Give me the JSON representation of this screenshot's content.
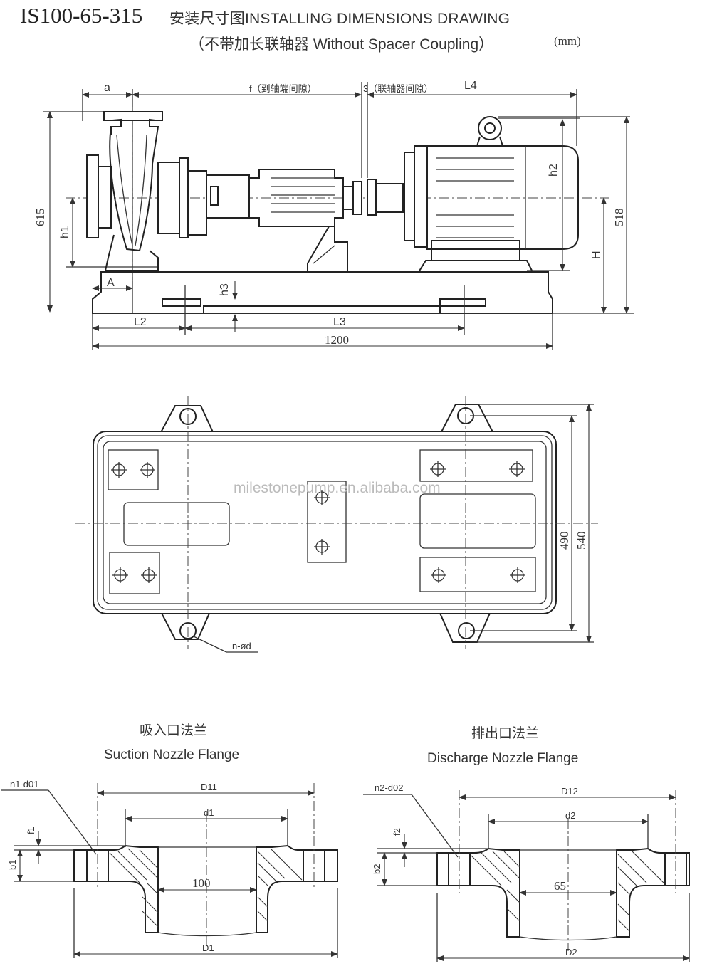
{
  "title": {
    "model": "IS100-65-315",
    "main": "安装尺寸图INSTALLING DIMENSIONS DRAWING",
    "sub": "（不带加长联轴器 Without Spacer Coupling）",
    "unit": "(mm)"
  },
  "side_view": {
    "dim_a": "a",
    "dim_f": "f（到轴端间隙）",
    "dim_gap": "3（联轴器间隙）",
    "dim_L4": "L4",
    "dim_615": "615",
    "dim_h1": "h1",
    "dim_h2": "h2",
    "dim_518": "518",
    "dim_H": "H",
    "dim_A": "A",
    "dim_h3": "h3",
    "dim_L2": "L2",
    "dim_L3": "L3",
    "dim_1200": "1200"
  },
  "plan_view": {
    "dim_490": "490",
    "dim_540": "540",
    "hole_label": "n-ød",
    "watermark": "milestonepump.en.alibaba.com"
  },
  "suction_flange": {
    "title_cn": "吸入口法兰",
    "title_en": "Suction Nozzle Flange",
    "n_d": "n1-d01",
    "D_outer": "D11",
    "d_pitch": "d1",
    "f": "f1",
    "b": "b1",
    "bore": "100",
    "D_bottom": "D1"
  },
  "discharge_flange": {
    "title_cn": "排出口法兰",
    "title_en": "Discharge Nozzle Flange",
    "n_d": "n2-d02",
    "D_outer": "D12",
    "d_pitch": "d2",
    "f": "f2",
    "b": "b2",
    "bore": "65",
    "D_bottom": "D2"
  }
}
